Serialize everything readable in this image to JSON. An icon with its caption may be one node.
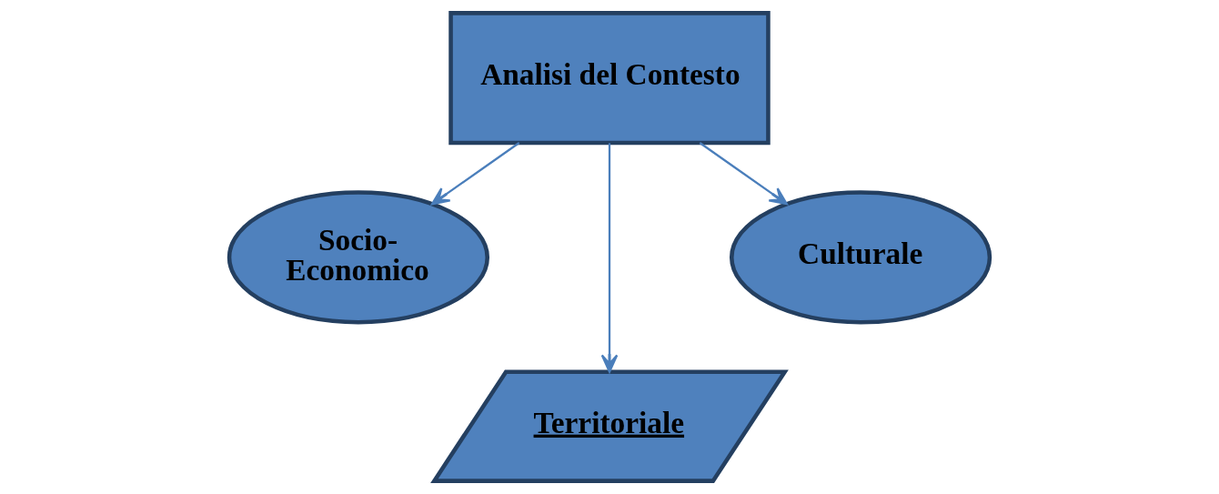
{
  "diagram": {
    "nodes": [
      {
        "text": [
          "Analisi del Contesto"
        ]
      },
      {
        "text": [
          "Socio- Economico"
        ]
      },
      {
        "text": [
          "Culturale"
        ]
      },
      {
        "text": [
          "Territoriale"
        ]
      }
    ],
    "edges": [
      {
        "from": 0,
        "to": 1,
        "arrow": "to"
      },
      {
        "from": 0,
        "to": 3,
        "arrow": "to"
      },
      {
        "from": 0,
        "to": 2,
        "arrow": "to"
      }
    ]
  }
}
